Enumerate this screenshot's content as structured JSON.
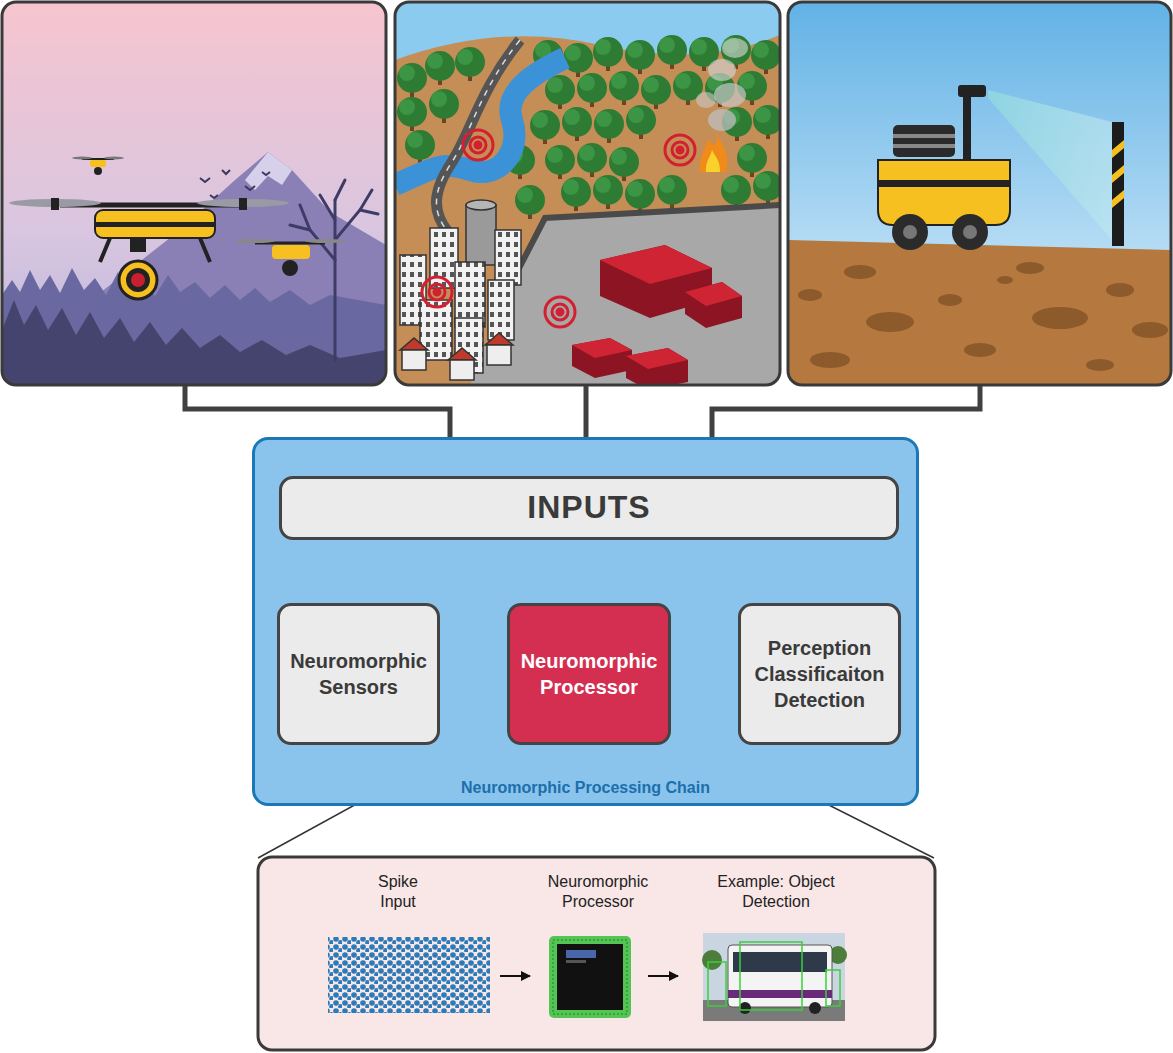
{
  "diagram": {
    "nodes": [
      {
        "text": [
          "Neuromorphic Processing Chain"
        ]
      },
      {
        "text": [
          "INPUTS"
        ],
        "in": 0
      },
      {
        "text": [
          "Neuromorphic Sensors"
        ],
        "in": 0
      },
      {
        "text": [
          "Neuromorphic Processor"
        ],
        "in": 0
      },
      {
        "text": [
          "Perception Classificaiton Detection"
        ],
        "in": 0
      }
    ],
    "edges": [
      {
        "from": 1,
        "to": 2,
        "arrow": "to"
      },
      {
        "from": 2,
        "to": 3,
        "arrow": "to"
      },
      {
        "from": 3,
        "to": 4,
        "arrow": "to"
      }
    ],
    "labels": [
      "Spike Input",
      "Neuromorphic Processor",
      "Example: Object Detection"
    ]
  }
}
